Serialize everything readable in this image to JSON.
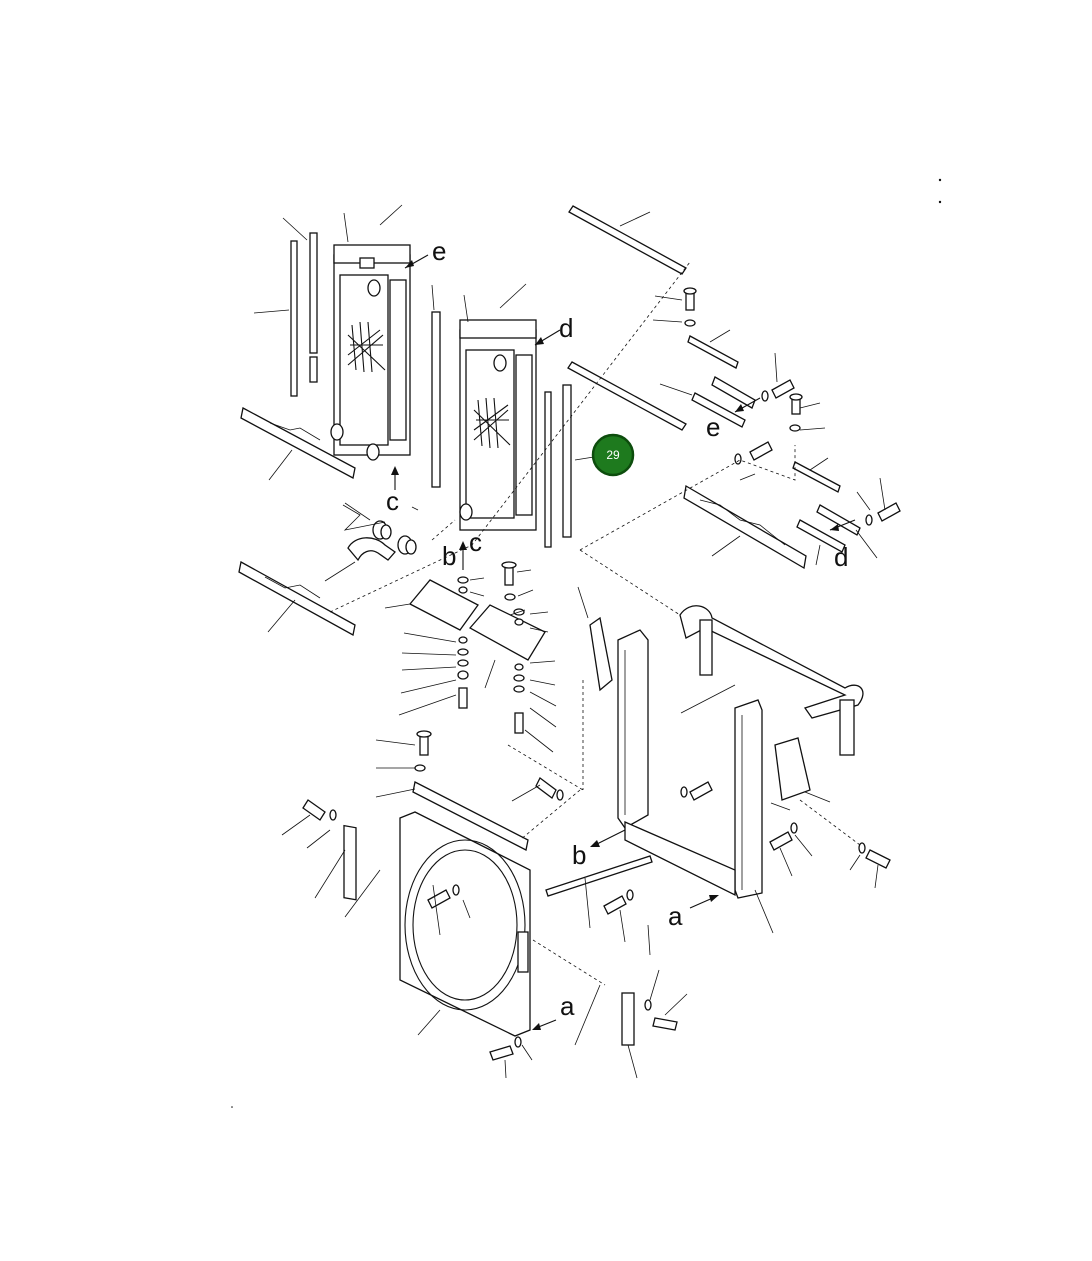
{
  "diagram": {
    "reference_letters": {
      "e_top": "e",
      "d_top": "d",
      "e_right": "e",
      "c_left": "c",
      "c_mid": "c",
      "b_mid": "b",
      "d_right": "d",
      "b_lower": "b",
      "a_lower": "a",
      "a_bottom": "a"
    },
    "hotspot": {
      "number": "29",
      "color": "#1e7a1e",
      "border_color": "#0d4d0d"
    }
  }
}
